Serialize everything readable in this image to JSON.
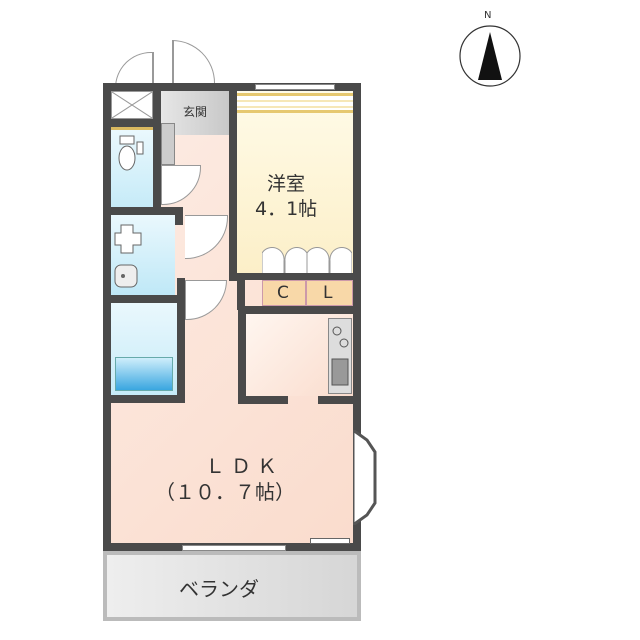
{
  "compass": {
    "label": "N"
  },
  "rooms": {
    "entrance": "玄関",
    "western_room": {
      "name": "洋室",
      "size": "4．1帖"
    },
    "closet": "C",
    "linen": "L",
    "ldk": {
      "name": "ＬＤＫ",
      "size": "（１０．７帖）"
    },
    "veranda": "ベランダ"
  },
  "colors": {
    "wall": "#4a4a4a",
    "western": "#fdf6d8",
    "ldk": "#fbe2d6",
    "wet": "#d3eef8",
    "veranda": "#dcdcdc",
    "cl": "#f8d8a8"
  }
}
